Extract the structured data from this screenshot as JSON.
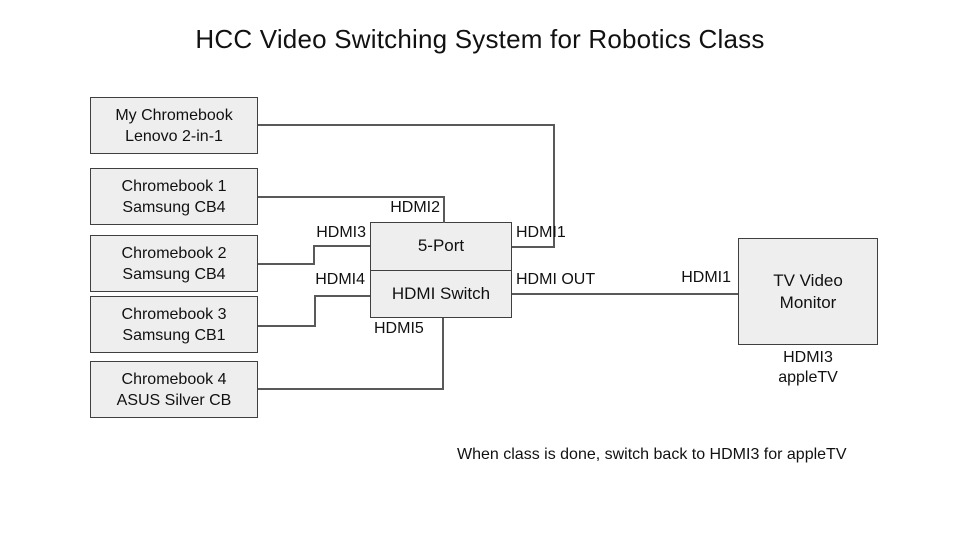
{
  "title": "HCC Video Switching System for Robotics Class",
  "colors": {
    "box_fill": "#eeeeee",
    "box_border": "#3f3f3f",
    "line": "#595959",
    "text": "#111111"
  },
  "nodes": {
    "my_chromebook": {
      "line1": "My Chromebook",
      "line2": "Lenovo 2-in-1"
    },
    "chromebook1": {
      "line1": "Chromebook 1",
      "line2": "Samsung CB4"
    },
    "chromebook2": {
      "line1": "Chromebook 2",
      "line2": "Samsung CB4"
    },
    "chromebook3": {
      "line1": "Chromebook 3",
      "line2": "Samsung CB1"
    },
    "chromebook4": {
      "line1": "Chromebook 4",
      "line2": "ASUS Silver CB"
    },
    "switch": {
      "line1": "5-Port",
      "line2": "HDMI Switch"
    },
    "tv": {
      "line1": "TV Video",
      "line2": "Monitor"
    }
  },
  "port_labels": {
    "hdmi1_switch": "HDMI1",
    "hdmi2": "HDMI2",
    "hdmi3": "HDMI3",
    "hdmi4": "HDMI4",
    "hdmi5": "HDMI5",
    "hdmi_out": "HDMI OUT",
    "hdmi1_tv": "HDMI1",
    "tv_current_input": "HDMI3",
    "tv_current_device": "appleTV"
  },
  "note": "When class is done, switch back to HDMI3 for appleTV"
}
